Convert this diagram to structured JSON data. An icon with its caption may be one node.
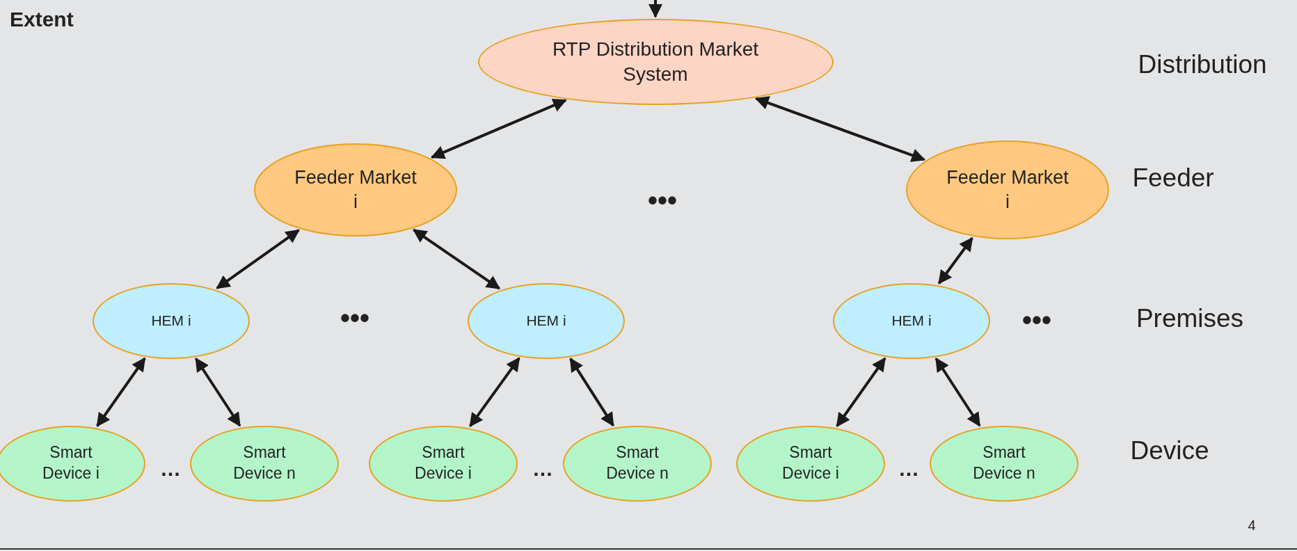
{
  "diagram": {
    "title": "Extent",
    "nodes": [
      {
        "text": [
          "RTP Distribution Market System"
        ]
      },
      {
        "text": [
          "Feeder Market i"
        ]
      },
      {
        "text": [
          "Feeder Market i"
        ]
      },
      {
        "text": [
          "HEM i"
        ]
      },
      {
        "text": [
          "HEM i"
        ]
      },
      {
        "text": [
          "HEM i"
        ]
      },
      {
        "text": [
          "Smart Device i"
        ]
      },
      {
        "text": [
          "Smart Device n"
        ]
      },
      {
        "text": [
          "Smart Device i"
        ]
      },
      {
        "text": [
          "Smart Device n"
        ]
      },
      {
        "text": [
          "Smart Device i"
        ]
      },
      {
        "text": [
          "Smart Device n"
        ]
      }
    ],
    "edges": [
      {
        "from": null,
        "to": 0,
        "arrow": "to"
      },
      {
        "from": 0,
        "to": 1,
        "arrow": "both"
      },
      {
        "from": 0,
        "to": 2,
        "arrow": "both"
      },
      {
        "from": 1,
        "to": 3,
        "arrow": "both"
      },
      {
        "from": 1,
        "to": 4,
        "arrow": "both"
      },
      {
        "from": 2,
        "to": 5,
        "arrow": "both"
      },
      {
        "from": 3,
        "to": 6,
        "arrow": "both"
      },
      {
        "from": 3,
        "to": 7,
        "arrow": "both"
      },
      {
        "from": 4,
        "to": 8,
        "arrow": "both"
      },
      {
        "from": 4,
        "to": 9,
        "arrow": "both"
      },
      {
        "from": 5,
        "to": 10,
        "arrow": "both"
      },
      {
        "from": 5,
        "to": 11,
        "arrow": "both"
      }
    ],
    "labels": [
      "Distribution",
      "•••",
      "Feeder",
      "•••",
      "•••",
      "Premises",
      "…",
      "…",
      "…",
      "Device",
      "4"
    ]
  }
}
